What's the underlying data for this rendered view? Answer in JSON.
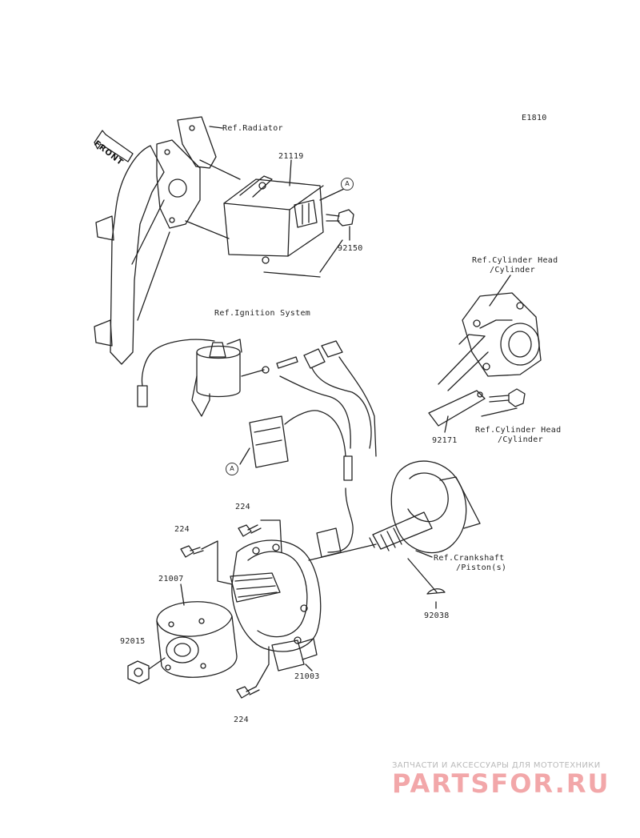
{
  "diagram": {
    "code": "E1810",
    "front_label": "FRONT",
    "parts": {
      "p21119": "21119",
      "p92150": "92150",
      "p92171": "92171",
      "p224_a": "224",
      "p224_b": "224",
      "p224_c": "224",
      "p21007": "21007",
      "p92015": "92015",
      "p21003": "21003",
      "p92038": "92038"
    },
    "references": {
      "radiator": "Ref.Radiator",
      "ignition": "Ref.Ignition System",
      "cyl_head_top_1": "Ref.Cylinder Head",
      "cyl_head_top_2": "/Cylinder",
      "cyl_head_bot_1": "Ref.Cylinder Head",
      "cyl_head_bot_2": "/Cylinder",
      "crank_1": "Ref.Crankshaft",
      "crank_2": "/Piston(s)"
    },
    "connector_markers": {
      "a1": "A",
      "a2": "A"
    }
  },
  "watermark": {
    "tagline": "ЗАПЧАСТИ И АКСЕССУАРЫ ДЛЯ МОТОТЕХНИКИ",
    "brand": "PARTSFOR.RU"
  }
}
